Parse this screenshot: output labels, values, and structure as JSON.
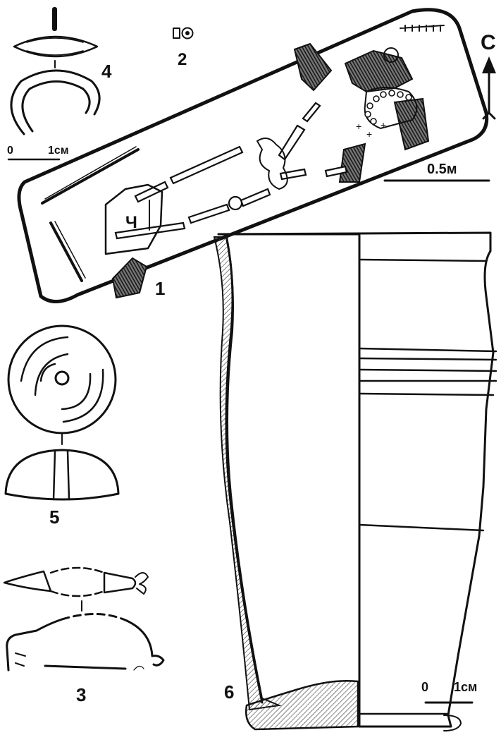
{
  "figure_labels": {
    "burial": "1",
    "item2": "2",
    "fibula": "3",
    "ring": "4",
    "spindle_whorl": "5",
    "vessel": "6",
    "pot_marker": "Ч"
  },
  "north_arrow": {
    "label": "С"
  },
  "scales": {
    "small_left": {
      "start": "0",
      "end": "1см"
    },
    "plan": {
      "label": "0.5м"
    },
    "vessel": {
      "start": "0",
      "end": "1см"
    }
  },
  "colors": {
    "ink": "#111111",
    "paper": "#ffffff",
    "hatch": "#333333"
  }
}
